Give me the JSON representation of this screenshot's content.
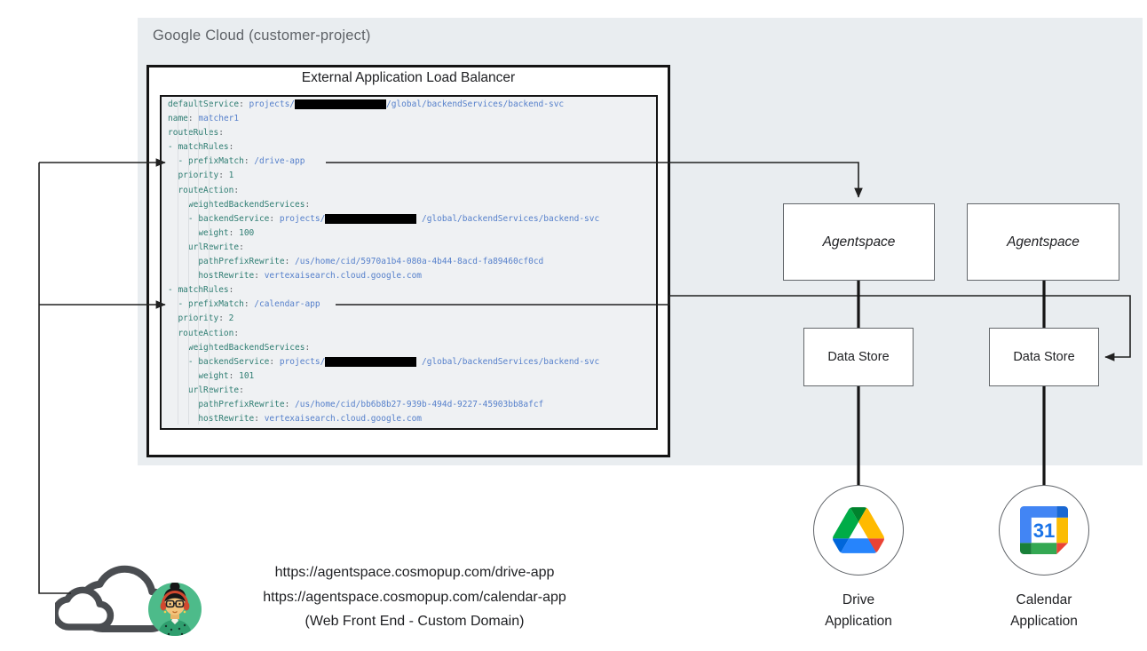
{
  "gcp": {
    "label": "Google Cloud (customer-project)"
  },
  "load_balancer": {
    "title": "External Application Load Balancer"
  },
  "code": {
    "lines": [
      [
        {
          "c": "k",
          "t": "defaultService"
        },
        {
          "c": "p",
          "t": ": "
        },
        {
          "c": "v",
          "t": "projects/"
        },
        {
          "c": "r",
          "t": "                  "
        },
        {
          "c": "v",
          "t": "/global/backendServices/backend-svc"
        }
      ],
      [
        {
          "c": "k",
          "t": "name"
        },
        {
          "c": "p",
          "t": ": "
        },
        {
          "c": "v",
          "t": "matcher1"
        }
      ],
      [
        {
          "c": "k",
          "t": "routeRules"
        },
        {
          "c": "p",
          "t": ":"
        }
      ],
      [
        {
          "c": "k",
          "t": "- matchRules"
        },
        {
          "c": "p",
          "t": ":"
        }
      ],
      [
        {
          "c": "p",
          "t": "  "
        },
        {
          "c": "k",
          "t": "- prefixMatch"
        },
        {
          "c": "p",
          "t": ": "
        },
        {
          "c": "v",
          "t": "/drive-app"
        }
      ],
      [
        {
          "c": "p",
          "t": "  "
        },
        {
          "c": "k",
          "t": "priority"
        },
        {
          "c": "p",
          "t": ": "
        },
        {
          "c": "n",
          "t": "1"
        }
      ],
      [
        {
          "c": "p",
          "t": "  "
        },
        {
          "c": "k",
          "t": "routeAction"
        },
        {
          "c": "p",
          "t": ":"
        }
      ],
      [
        {
          "c": "p",
          "t": "    "
        },
        {
          "c": "k",
          "t": "weightedBackendServices"
        },
        {
          "c": "p",
          "t": ":"
        }
      ],
      [
        {
          "c": "p",
          "t": "    "
        },
        {
          "c": "k",
          "t": "- backendService"
        },
        {
          "c": "p",
          "t": ": "
        },
        {
          "c": "v",
          "t": "projects/"
        },
        {
          "c": "r",
          "t": "                  "
        },
        {
          "c": "v",
          "t": " /global/backendServices/backend-svc"
        }
      ],
      [
        {
          "c": "p",
          "t": "      "
        },
        {
          "c": "k",
          "t": "weight"
        },
        {
          "c": "p",
          "t": ": "
        },
        {
          "c": "n",
          "t": "100"
        }
      ],
      [
        {
          "c": "p",
          "t": "    "
        },
        {
          "c": "k",
          "t": "urlRewrite"
        },
        {
          "c": "p",
          "t": ":"
        }
      ],
      [
        {
          "c": "p",
          "t": "      "
        },
        {
          "c": "k",
          "t": "pathPrefixRewrite"
        },
        {
          "c": "p",
          "t": ": "
        },
        {
          "c": "v",
          "t": "/us/home/cid/5970a1b4-080a-4b44-8acd-fa89460cf0cd"
        }
      ],
      [
        {
          "c": "p",
          "t": "      "
        },
        {
          "c": "k",
          "t": "hostRewrite"
        },
        {
          "c": "p",
          "t": ": "
        },
        {
          "c": "v",
          "t": "vertexaisearch.cloud.google.com"
        }
      ],
      [
        {
          "c": "k",
          "t": "- matchRules"
        },
        {
          "c": "p",
          "t": ":"
        }
      ],
      [
        {
          "c": "p",
          "t": "  "
        },
        {
          "c": "k",
          "t": "- prefixMatch"
        },
        {
          "c": "p",
          "t": ": "
        },
        {
          "c": "v",
          "t": "/calendar-app"
        }
      ],
      [
        {
          "c": "p",
          "t": "  "
        },
        {
          "c": "k",
          "t": "priority"
        },
        {
          "c": "p",
          "t": ": "
        },
        {
          "c": "n",
          "t": "2"
        }
      ],
      [
        {
          "c": "p",
          "t": "  "
        },
        {
          "c": "k",
          "t": "routeAction"
        },
        {
          "c": "p",
          "t": ":"
        }
      ],
      [
        {
          "c": "p",
          "t": "    "
        },
        {
          "c": "k",
          "t": "weightedBackendServices"
        },
        {
          "c": "p",
          "t": ":"
        }
      ],
      [
        {
          "c": "p",
          "t": "    "
        },
        {
          "c": "k",
          "t": "- backendService"
        },
        {
          "c": "p",
          "t": ": "
        },
        {
          "c": "v",
          "t": "projects/"
        },
        {
          "c": "r",
          "t": "                  "
        },
        {
          "c": "v",
          "t": " /global/backendServices/backend-svc"
        }
      ],
      [
        {
          "c": "p",
          "t": "      "
        },
        {
          "c": "k",
          "t": "weight"
        },
        {
          "c": "p",
          "t": ": "
        },
        {
          "c": "n",
          "t": "101"
        }
      ],
      [
        {
          "c": "p",
          "t": "    "
        },
        {
          "c": "k",
          "t": "urlRewrite"
        },
        {
          "c": "p",
          "t": ":"
        }
      ],
      [
        {
          "c": "p",
          "t": "      "
        },
        {
          "c": "k",
          "t": "pathPrefixRewrite"
        },
        {
          "c": "p",
          "t": ": "
        },
        {
          "c": "v",
          "t": "/us/home/cid/bb6b8b27-939b-494d-9227-45903bb8afcf"
        }
      ],
      [
        {
          "c": "p",
          "t": "      "
        },
        {
          "c": "k",
          "t": "hostRewrite"
        },
        {
          "c": "p",
          "t": ": "
        },
        {
          "c": "v",
          "t": "vertexaisearch.cloud.google.com"
        }
      ]
    ]
  },
  "agentspace": [
    {
      "label": "Agentspace"
    },
    {
      "label": "Agentspace"
    }
  ],
  "data_stores": [
    {
      "label": "Data Store"
    },
    {
      "label": "Data Store"
    }
  ],
  "apps": [
    {
      "icon": "google-drive-icon",
      "lines": [
        "Drive",
        "Application"
      ]
    },
    {
      "icon": "google-calendar-icon",
      "lines": [
        "Calendar",
        "Application"
      ],
      "calendar_day": "31"
    }
  ],
  "frontend": {
    "url_drive": "https://agentspace.cosmopup.com/drive-app",
    "url_calendar": "https://agentspace.cosmopup.com/calendar-app",
    "caption": "(Web Front End - Custom Domain)"
  },
  "colors": {
    "gcp_region_bg": "#e9edf0",
    "frame_border": "#141414",
    "node_border": "#63676b",
    "code_bg": "#eff1f3",
    "code_key": "#2e7d72",
    "code_value": "#5680cb",
    "connector": "#212121",
    "muted_label": "#5f6368",
    "drive_logo": [
      "#0066da",
      "#00ac47",
      "#ea4335",
      "#00832d",
      "#2684fc",
      "#ffba00"
    ],
    "calendar_logo": [
      "#4285f4",
      "#1967d2",
      "#fbbc04",
      "#34a853",
      "#188038",
      "#ea4335",
      "#1a73e8"
    ],
    "avatar_bg": "#4dbb8a",
    "headphones": "#d1482f"
  }
}
